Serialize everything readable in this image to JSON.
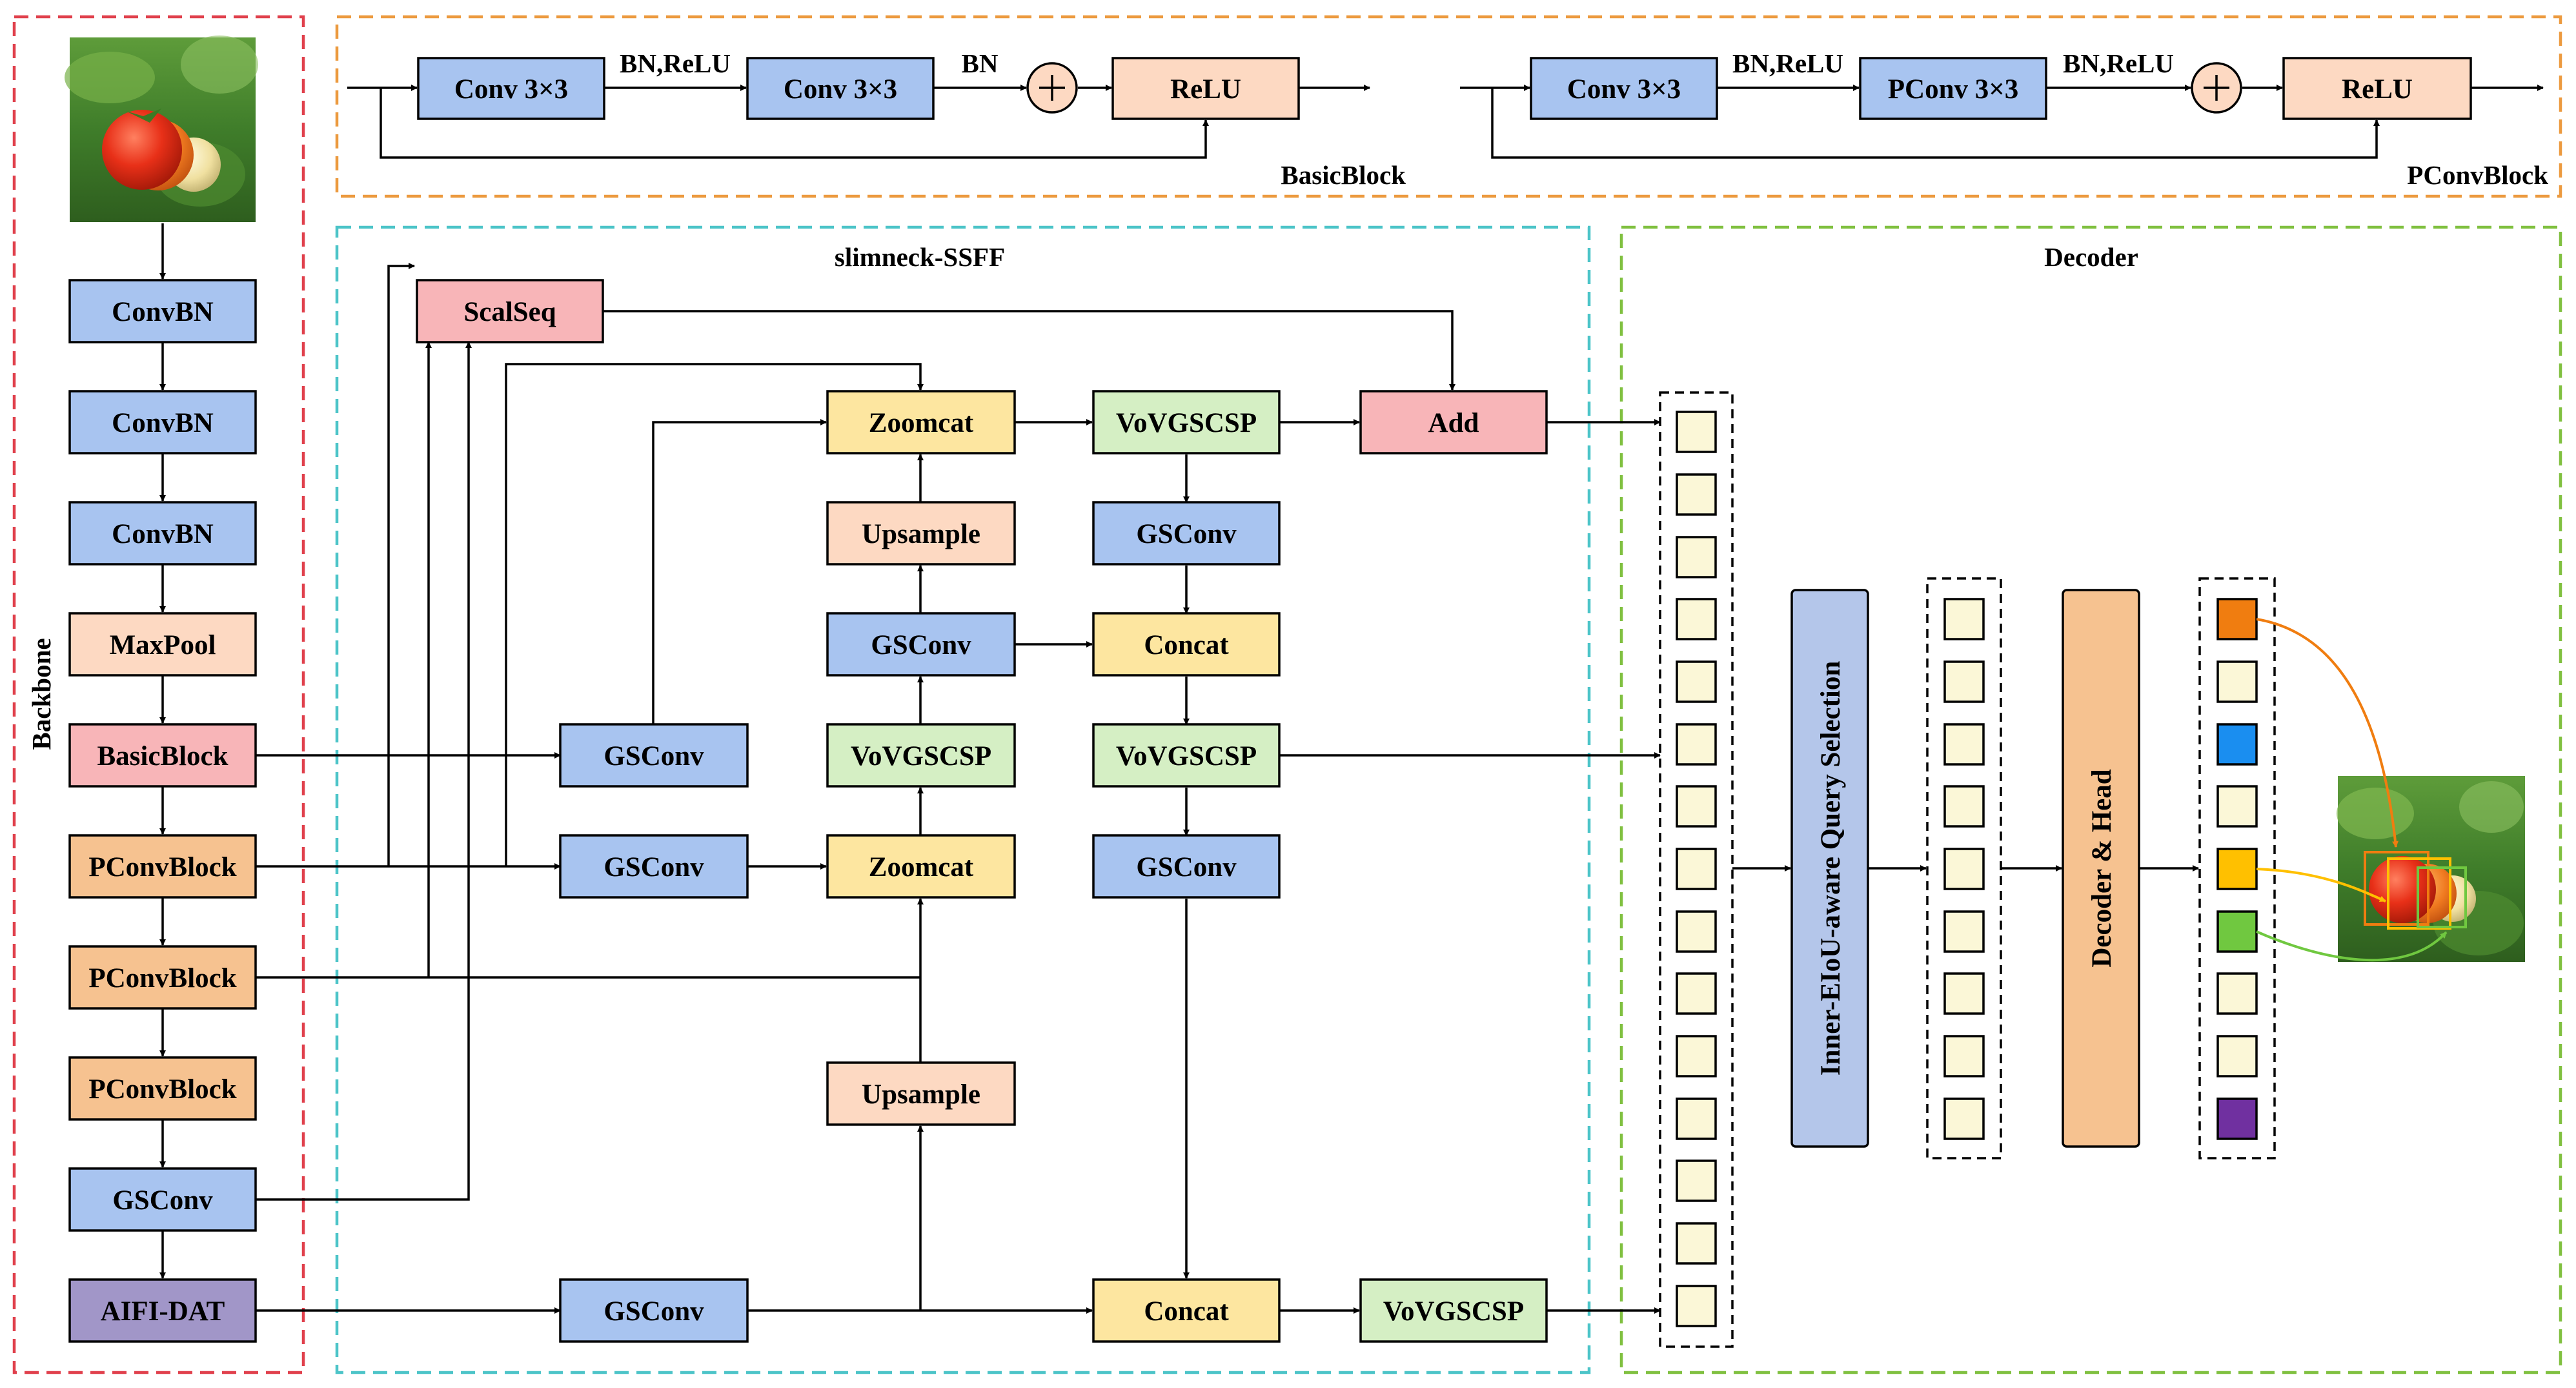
{
  "sections": {
    "backbone": "Backbone",
    "neck": "slimneck-SSFF",
    "decoder": "Decoder",
    "basic_block": "BasicBlock",
    "pconv_block": "PConvBlock"
  },
  "backbone": {
    "b1": "ConvBN",
    "b2": "ConvBN",
    "b3": "ConvBN",
    "b4": "MaxPool",
    "b5": "BasicBlock",
    "b6": "PConvBlock",
    "b7": "PConvBlock",
    "b8": "PConvBlock",
    "b9": "GSConv",
    "b10": "AIFI-DAT"
  },
  "basic_block": {
    "conv1": "Conv 3×3",
    "conv2": "Conv 3×3",
    "relu": "ReLU",
    "lbl1": "BN,ReLU",
    "lbl2": "BN"
  },
  "pconv_block": {
    "conv1": "Conv 3×3",
    "conv2": "PConv 3×3",
    "relu": "ReLU",
    "lbl1": "BN,ReLU",
    "lbl2": "BN,ReLU"
  },
  "neck": {
    "scalseq": "ScalSeq",
    "zoomcat1": "Zoomcat",
    "vov1": "VoVGSCSP",
    "add": "Add",
    "upsample1": "Upsample",
    "gsconv_r2": "GSConv",
    "gsconv_mid": "GSConv",
    "concat1": "Concat",
    "gsconv_a": "GSConv",
    "vov_mid": "VoVGSCSP",
    "vov2": "VoVGSCSP",
    "gsconv_b": "GSConv",
    "zoomcat2": "Zoomcat",
    "gsconv_r6": "GSConv",
    "upsample2": "Upsample",
    "gsconv_c": "GSConv",
    "concat2": "Concat",
    "vov3": "VoVGSCSP"
  },
  "decoder": {
    "query_selection": "Inner-EIoU-aware Query Selection",
    "decoder_head": "Decoder & Head"
  },
  "colors": {
    "blue": "#a8c4f0",
    "peach": "#fdd9c2",
    "orange": "#f6c290",
    "pink": "#f8b5b8",
    "purple": "#a196c8",
    "yellow": "#fde6a0",
    "green": "#d5efc4",
    "qs_blue": "#b4c6ea",
    "frame_red": "#e0404c",
    "frame_orange": "#ec9a3f",
    "frame_cyan": "#4cc4c8",
    "frame_green": "#80c040",
    "out_orange": "#f07d10",
    "out_blue": "#1a8ef0",
    "out_gold": "#ffc000",
    "out_green": "#70c840",
    "out_purple": "#7030a0"
  }
}
